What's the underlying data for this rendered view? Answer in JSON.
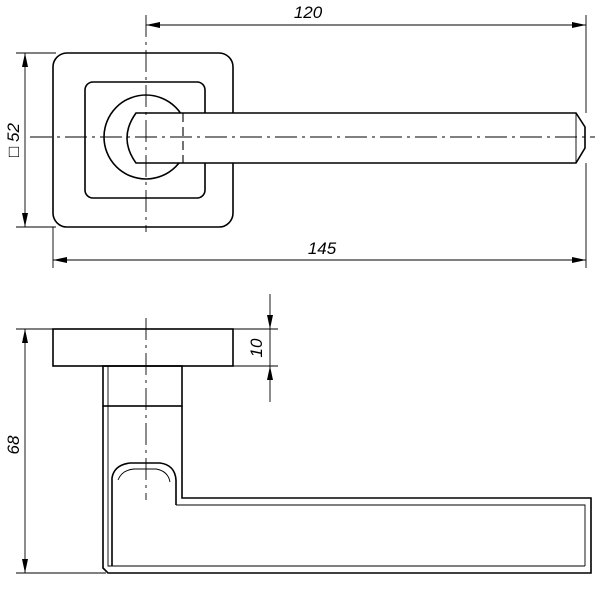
{
  "drawing": {
    "top_view": {
      "dim_length": "120",
      "dim_total": "145",
      "dim_rosette": "□ 52"
    },
    "side_view": {
      "dim_height": "68",
      "dim_thickness": "10"
    }
  },
  "colors": {
    "line": "#000000",
    "background": "#ffffff"
  }
}
